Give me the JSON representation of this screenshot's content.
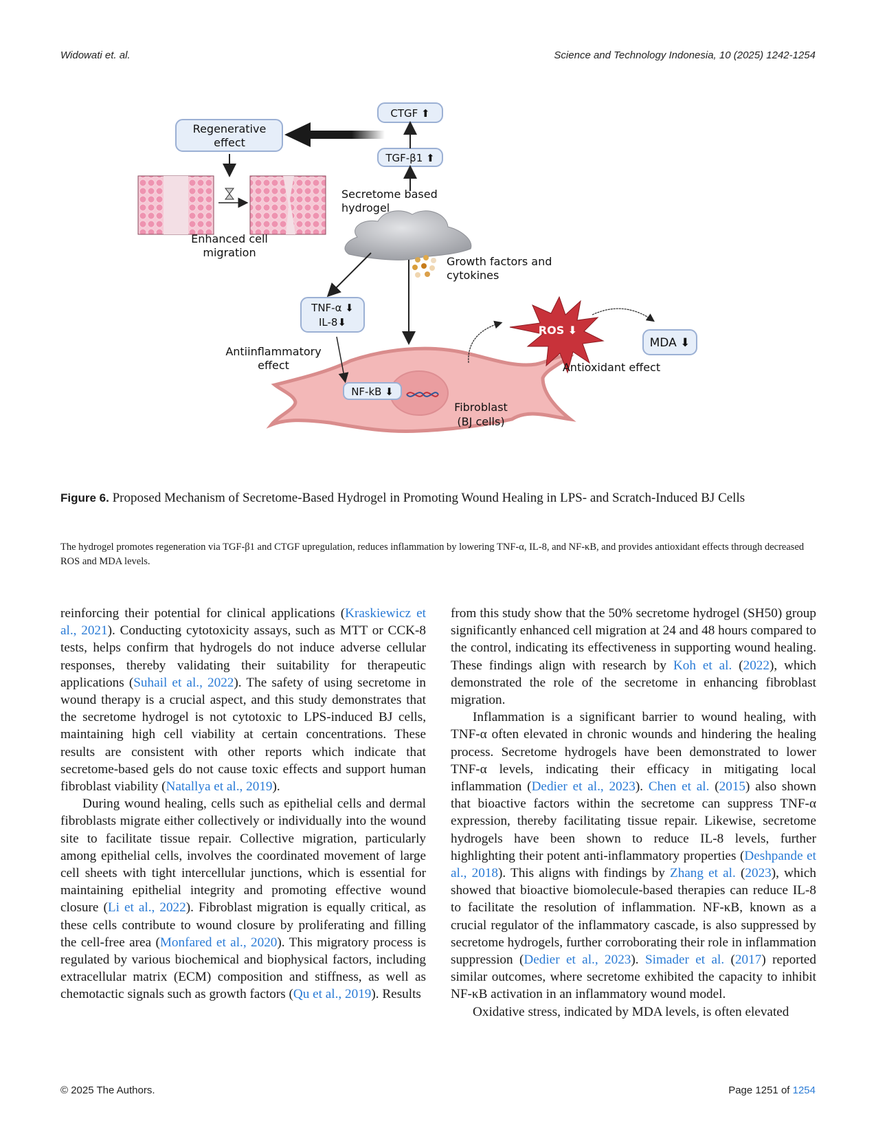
{
  "header": {
    "authors": "Widowati et. al.",
    "journal": "Science and Technology Indonesia, 10 (2025) 1242-1254"
  },
  "figure": {
    "labels": {
      "ctgf": "CTGF ⬆",
      "tgf": "TGF-β1 ⬆",
      "regen_line1": "Regenerative",
      "regen_line2": "effect",
      "migration_line1": "Enhanced cell",
      "migration_line2": "migration",
      "hydrogel_line1": "Secretome based",
      "hydrogel_line2": "hydrogel",
      "growth_line1": "Growth factors and",
      "growth_line2": "cytokines",
      "tnf": "TNF-α ⬇",
      "il8": "IL-8⬇",
      "antiinf_line1": "Antiinflammatory",
      "antiinf_line2": "effect",
      "nfkb": "NF-kB ⬇",
      "ros": "ROS ⬇",
      "mda": "MDA ⬇",
      "antiox": "Antioxidant effect",
      "fibro_line1": "Fibroblast",
      "fibro_line2": "(BJ cells)"
    },
    "colors": {
      "box_fill": "#e6eef9",
      "box_stroke": "#9bb0d4",
      "cell_fill": "#f3b8b8",
      "cell_stroke": "#d98c8c",
      "ros_fill": "#c8323a",
      "tissue": "#ef9fb6"
    }
  },
  "caption": {
    "label": "Figure 6.",
    "title": " Proposed Mechanism of Secretome-Based Hydrogel in Promoting Wound Healing in LPS- and Scratch-Induced BJ Cells",
    "note": "The hydrogel promotes regeneration via TGF-β1 and CTGF upregulation, reduces inflammation by lowering TNF-α, IL-8, and NF-κB, and provides antioxidant effects through decreased ROS and MDA levels."
  },
  "body": {
    "left": {
      "p1_a": "reinforcing their potential for clinical applications (",
      "p1_ref1": "Kraskiewicz et al., 2021",
      "p1_b": "). Conducting cytotoxicity assays, such as MTT or CCK-8 tests, helps confirm that hydrogels do not induce adverse cellular responses, thereby validating their suitability for therapeutic applications (",
      "p1_ref2": "Suhail et al., 2022",
      "p1_c": "). The safety of using secretome in wound therapy is a crucial aspect, and this study demonstrates that the secretome hydrogel is not cytotoxic to LPS-induced BJ cells, maintaining high cell viability at certain concentrations. These results are consistent with other reports which indicate that secretome-based gels do not cause toxic effects and support human fibroblast viability (",
      "p1_ref3": "Natallya et al., 2019",
      "p1_d": ").",
      "p2_a": "During wound healing, cells such as epithelial cells and dermal fibroblasts migrate either collectively or individually into the wound site to facilitate tissue repair. Collective migration, particularly among epithelial cells, involves the coordinated movement of large cell sheets with tight intercellular junctions, which is essential for maintaining epithelial integrity and promoting effective wound closure (",
      "p2_ref1": "Li et al., 2022",
      "p2_b": "). Fibroblast migration is equally critical, as these cells contribute to wound closure by proliferating and filling the cell-free area (",
      "p2_ref2": "Monfared et al., 2020",
      "p2_c": "). This migratory process is regulated by various biochemical and biophysical factors, including extracellular matrix (ECM) composition and stiffness, as well as chemotactic signals such as growth factors (",
      "p2_ref3": "Qu et al., 2019",
      "p2_d": "). Results"
    },
    "right": {
      "p1_a": "from this study show that the 50% secretome hydrogel (SH50) group significantly enhanced cell migration at 24 and 48 hours compared to the control, indicating its effectiveness in supporting wound healing. These findings align with research by ",
      "p1_ref1": "Koh et al.",
      "p1_b": " (",
      "p1_ref1y": "2022",
      "p1_c": "), which demonstrated the role of the secretome in enhancing fibroblast migration.",
      "p2_a": "Inflammation is a significant barrier to wound healing, with TNF-α often elevated in chronic wounds and hindering the healing process. Secretome hydrogels have been demonstrated to lower TNF-α levels, indicating their efficacy in mitigating local inflammation (",
      "p2_ref1": "Dedier et al., 2023",
      "p2_b": "). ",
      "p2_ref2": "Chen et al.",
      "p2_c": " (",
      "p2_ref2y": "2015",
      "p2_d": ") also shown that bioactive factors within the secretome can suppress TNF-α expression, thereby facilitating tissue repair. Likewise, secretome hydrogels have been shown to reduce IL-8 levels, further highlighting their potent anti-inflammatory properties (",
      "p2_ref3": "Deshpande et al., 2018",
      "p2_e": "). This aligns with findings by ",
      "p2_ref4": "Zhang et al.",
      "p2_f": " (",
      "p2_ref4y": "2023",
      "p2_g": "), which showed that bioactive biomolecule-based therapies can reduce IL-8 to facilitate the resolution of inflammation. NF-κB, known as a crucial regulator of the inflammatory cascade, is also suppressed by secretome hydrogels, further corroborating their role in inflammation suppression (",
      "p2_ref5": "Dedier et al., 2023",
      "p2_h": "). ",
      "p2_ref6": "Simader et al.",
      "p2_i": " (",
      "p2_ref6y": "2017",
      "p2_j": ") reported similar outcomes, where secretome exhibited the capacity to inhibit NF-κB activation in an inflammatory wound model.",
      "p3": "Oxidative stress, indicated by MDA levels, is often elevated"
    }
  },
  "footer": {
    "copyright": "© 2025 The Authors.",
    "page_prefix": "Page 1251 of ",
    "page_total": "1254"
  }
}
